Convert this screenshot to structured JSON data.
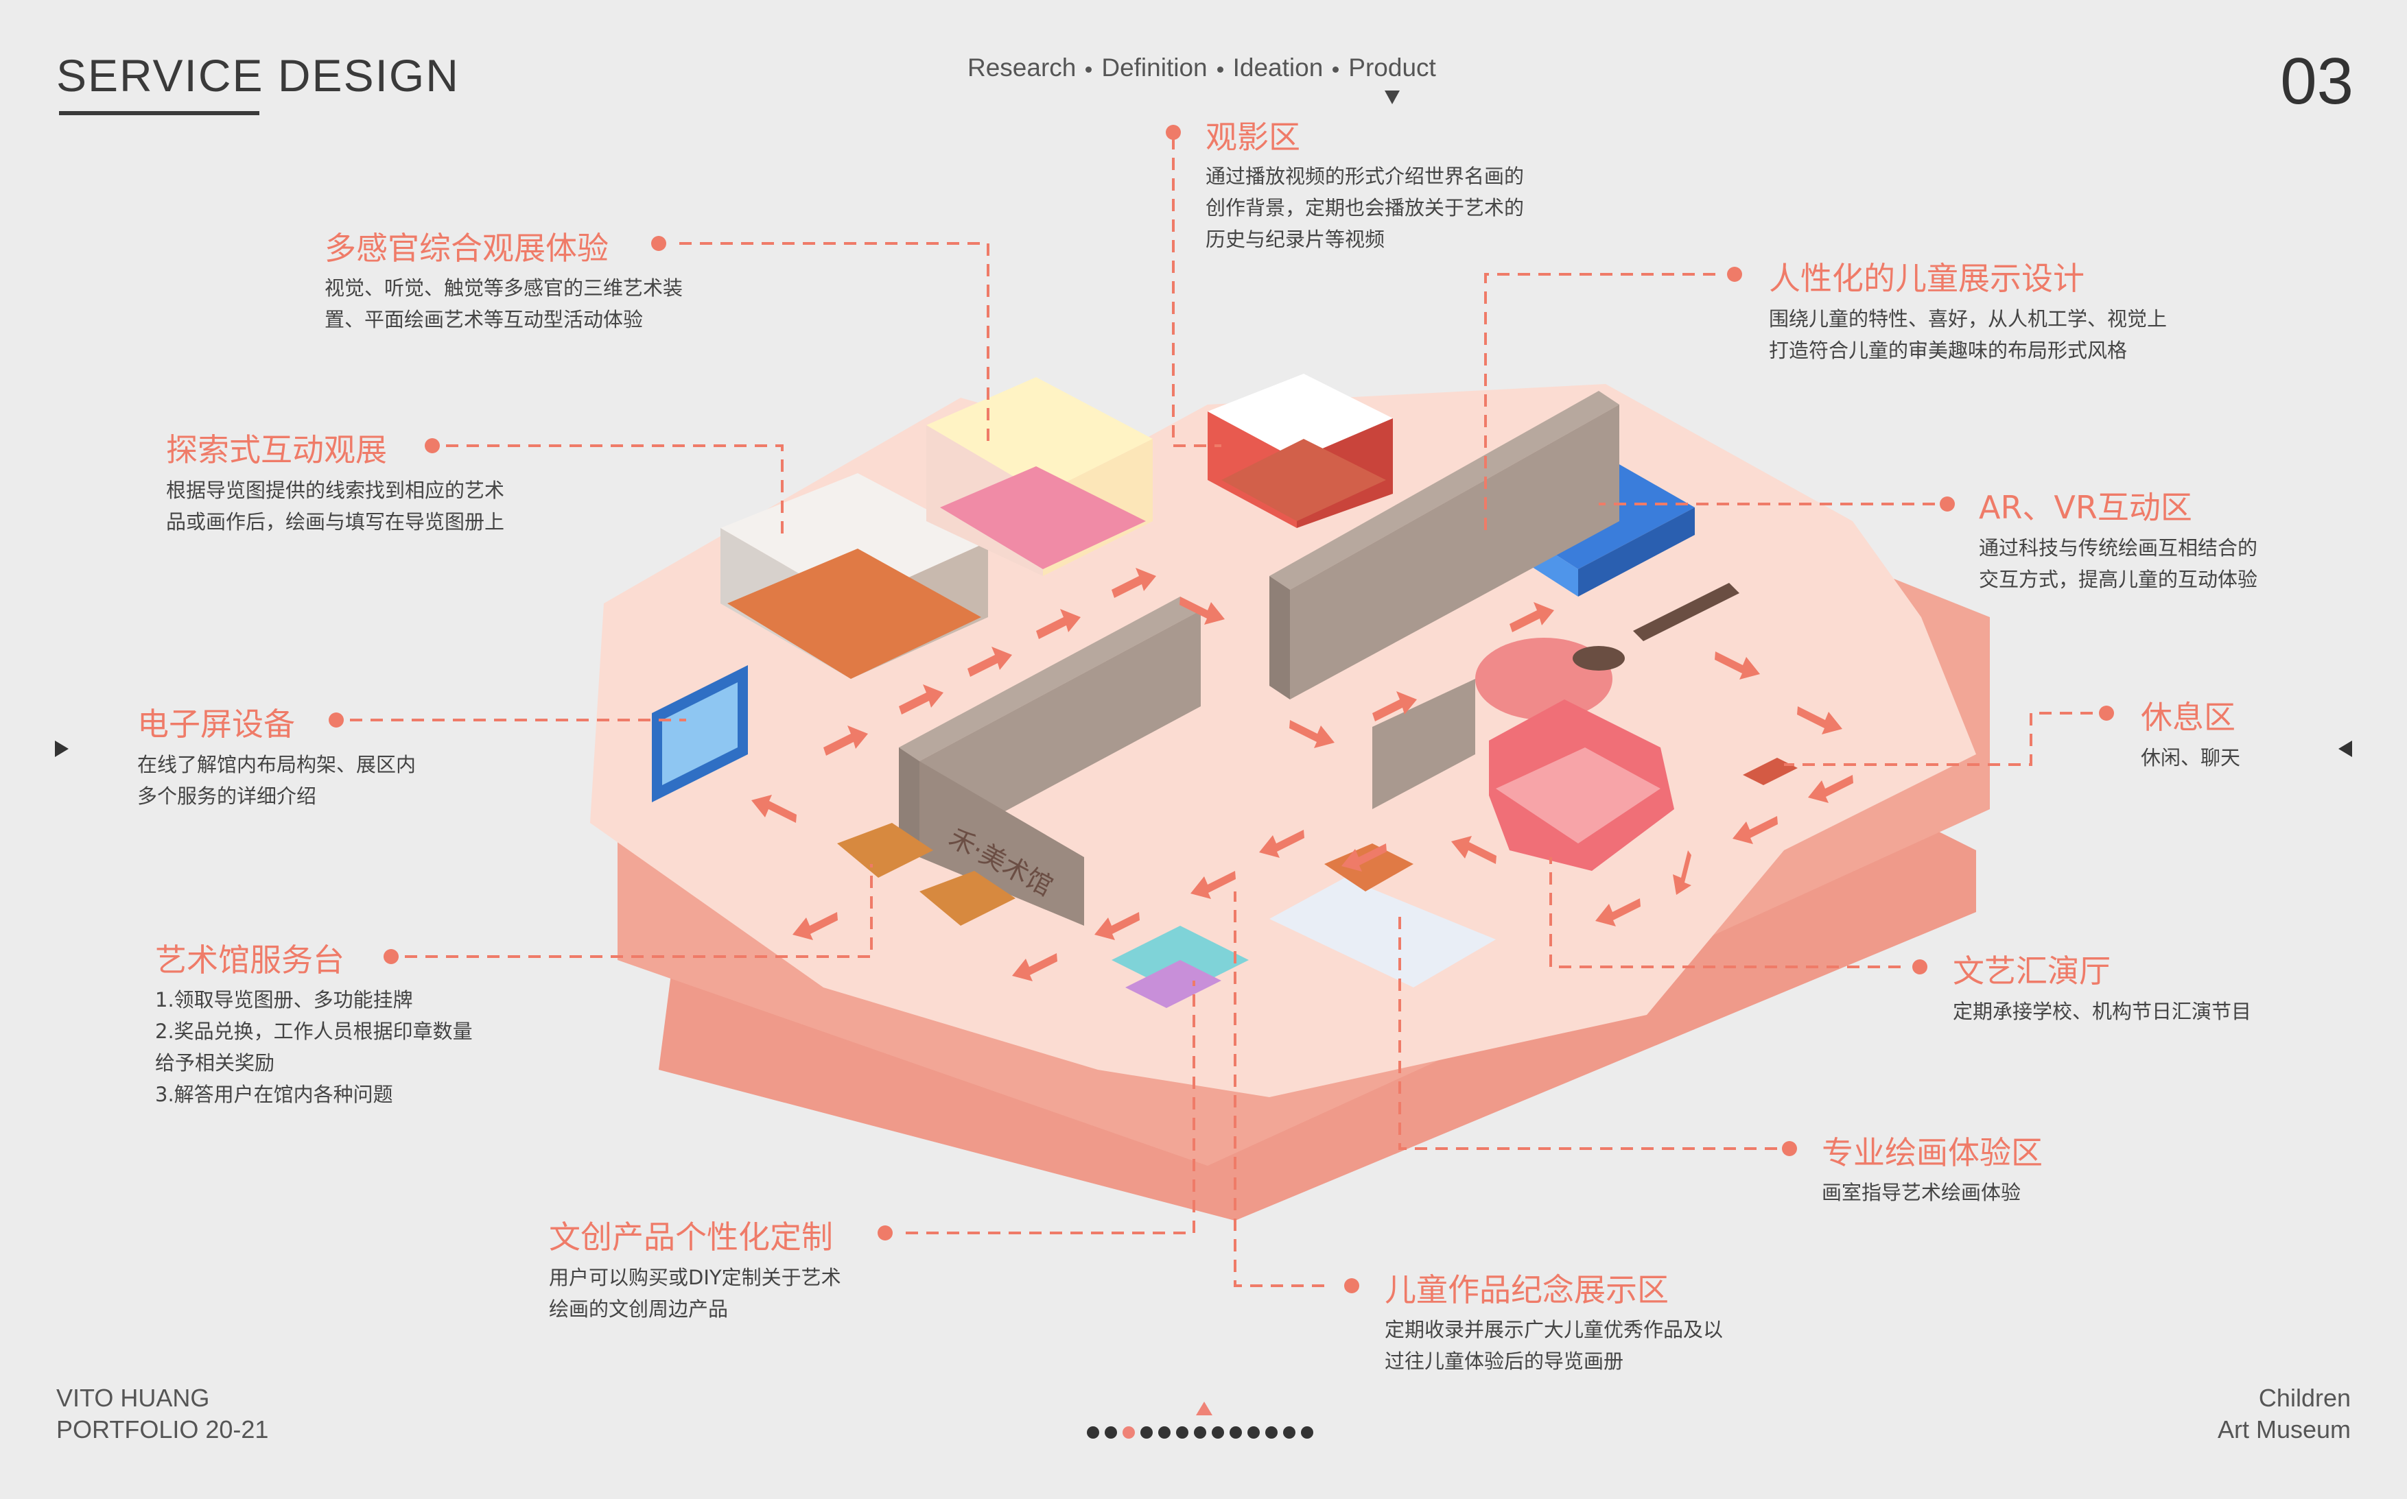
{
  "header": {
    "brand": "SERVICE DESIGN",
    "steps": [
      "Research",
      "Definition",
      "Ideation",
      "Product"
    ],
    "page_number": "03"
  },
  "footer": {
    "author": "VITO HUANG",
    "portfolio": "PORTFOLIO 20-21",
    "project_line1": "Children",
    "project_line2": "Art Museum",
    "pager": {
      "total": 13,
      "active_index": 2
    }
  },
  "map": {
    "building_sign": "禾·美术馆"
  },
  "zones": [
    {
      "id": "multisensory",
      "title": "多感官综合观展体验",
      "desc": [
        "视觉、听觉、触觉等多感官的三维艺术装",
        "置、平面绘画艺术等互动型活动体验"
      ]
    },
    {
      "id": "explore",
      "title": "探索式互动观展",
      "desc": [
        "根据导览图提供的线索找到相应的艺术",
        "品或画作后，绘画与填写在导览图册上"
      ]
    },
    {
      "id": "screen",
      "title": "电子屏设备",
      "desc": [
        "在线了解馆内布局构架、展区内",
        "多个服务的详细介绍"
      ]
    },
    {
      "id": "service",
      "title": "艺术馆服务台",
      "desc": [
        "1.领取导览图册、多功能挂牌",
        "2.奖品兑换，工作人员根据印章数量",
        "给予相关奖励",
        "3.解答用户在馆内各种问题"
      ]
    },
    {
      "id": "creative",
      "title": "文创产品个性化定制",
      "desc": [
        "用户可以购买或DIY定制关于艺术",
        "绘画的文创周边产品"
      ]
    },
    {
      "id": "kids-works",
      "title": "儿童作品纪念展示区",
      "desc": [
        "定期收录并展示广大儿童优秀作品及以",
        "过往儿童体验后的导览画册"
      ]
    },
    {
      "id": "painting",
      "title": "专业绘画体验区",
      "desc": [
        "画室指导艺术绘画体验"
      ]
    },
    {
      "id": "theater",
      "title": "文艺汇演厅",
      "desc": [
        "定期承接学校、机构节日汇演节目"
      ]
    },
    {
      "id": "rest",
      "title": "休息区",
      "desc": [
        "休闲、聊天"
      ]
    },
    {
      "id": "arvr",
      "title": "AR、VR互动区",
      "desc": [
        "通过科技与传统绘画互相结合的",
        "交互方式，提高儿童的互动体验"
      ]
    },
    {
      "id": "humanized",
      "title": "人性化的儿童展示设计",
      "desc": [
        "围绕儿童的特性、喜好，从人机工学、视觉上",
        "打造符合儿童的审美趣味的布局形式风格"
      ]
    },
    {
      "id": "cinema",
      "title": "观影区",
      "desc": [
        "通过播放视频的形式介绍世界名画的",
        "创作背景，定期也会播放关于艺术的",
        "历史与纪录片等视频"
      ]
    }
  ],
  "colors": {
    "accent": "#ef7b68",
    "floor_top": "#fbdcd2",
    "floor_side": "#ef9a8a",
    "wall": "#a9998f",
    "background": "#ececec"
  }
}
